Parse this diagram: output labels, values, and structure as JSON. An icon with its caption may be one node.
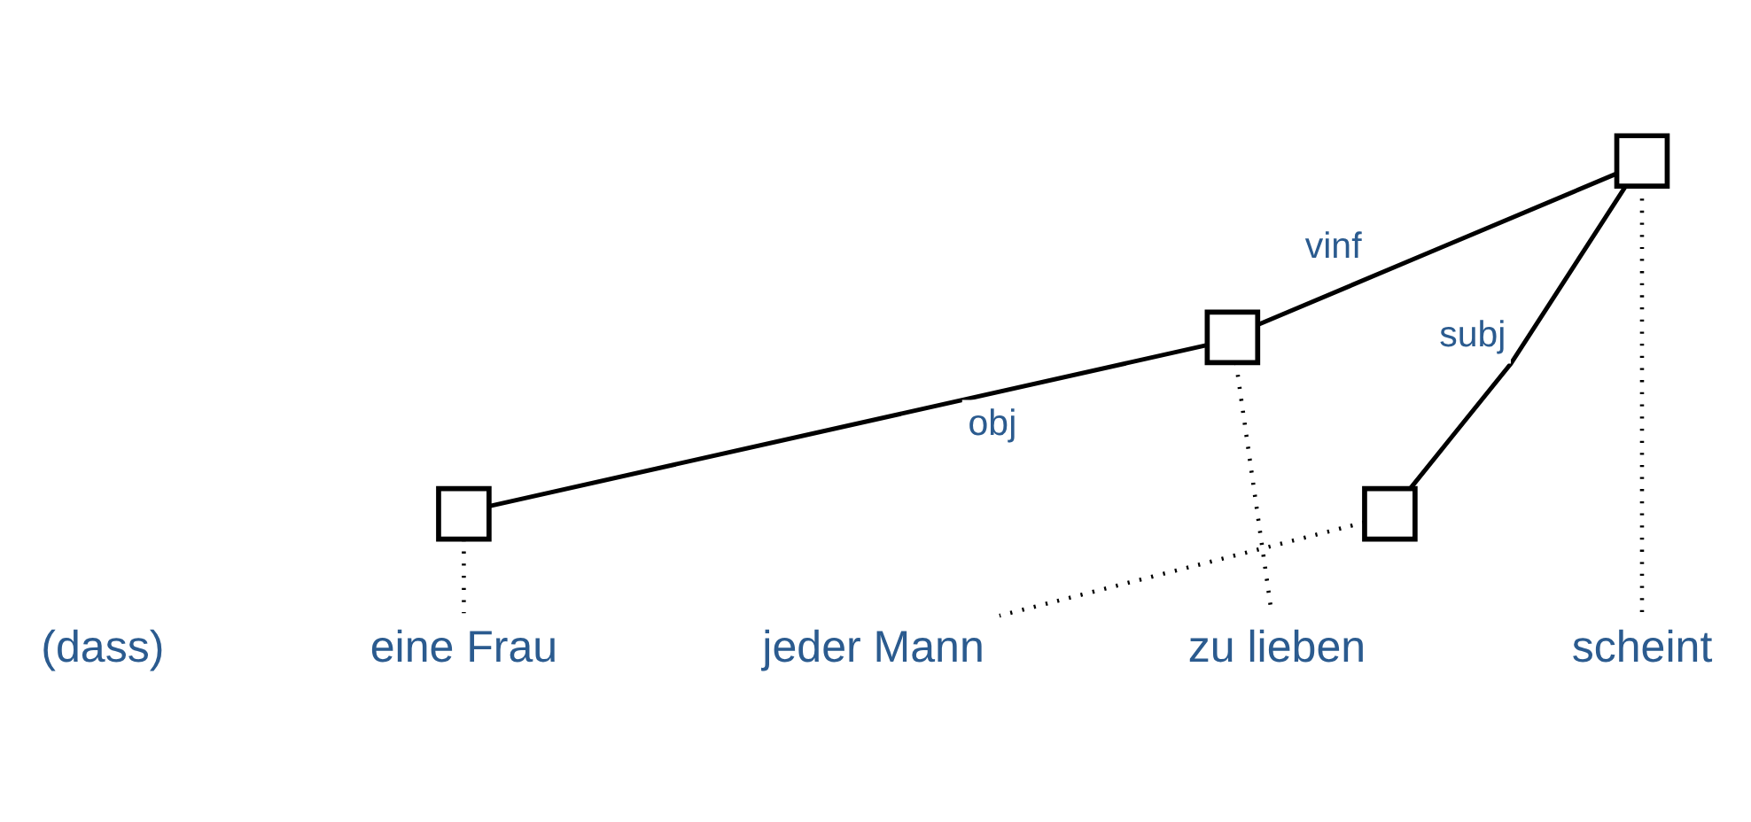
{
  "diagram": {
    "nodes": [
      {
        "text": [],
        "shape": "box"
      },
      {
        "text": [],
        "shape": "box"
      },
      {
        "text": [],
        "shape": "box"
      },
      {
        "text": [],
        "shape": "box"
      },
      {
        "text": [
          "eine Frau"
        ]
      },
      {
        "text": [
          "jeder Mann"
        ]
      },
      {
        "text": [
          "zu lieben"
        ]
      },
      {
        "text": [
          "scheint"
        ]
      }
    ],
    "edges": [
      {
        "from": 0,
        "to": 1,
        "arrow": "none",
        "label": "subj"
      },
      {
        "from": 0,
        "to": 2,
        "arrow": "none",
        "label": "vinf"
      },
      {
        "from": 2,
        "to": 3,
        "arrow": "none",
        "label": "obj"
      },
      {
        "from": 3,
        "to": 4,
        "arrow": "none",
        "style": "dashed"
      },
      {
        "from": 1,
        "to": 5,
        "arrow": "none",
        "style": "dashed"
      },
      {
        "from": 2,
        "to": 6,
        "arrow": "none",
        "style": "dashed"
      },
      {
        "from": 0,
        "to": 7,
        "arrow": "none",
        "style": "dashed"
      }
    ],
    "labels": [
      "(dass)"
    ]
  }
}
